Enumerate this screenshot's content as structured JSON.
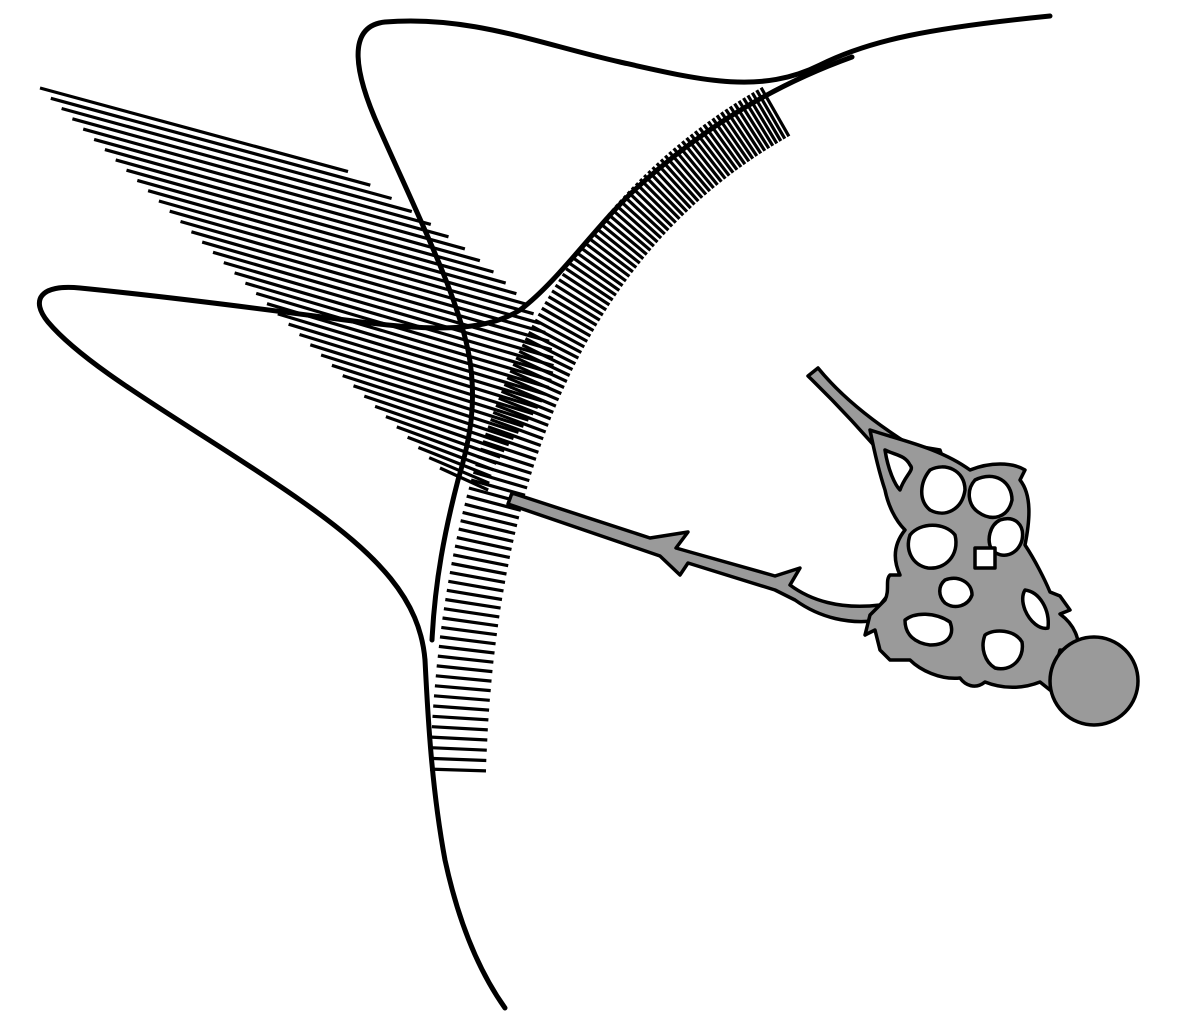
{
  "figure": {
    "colors": {
      "background": "#ffffff",
      "ink": "#000000",
      "hand_fill": "#9a9a9a"
    },
    "components": [
      "curved-lines",
      "hatched-bands",
      "ornate-pointer-hand",
      "pivot-disc"
    ]
  }
}
